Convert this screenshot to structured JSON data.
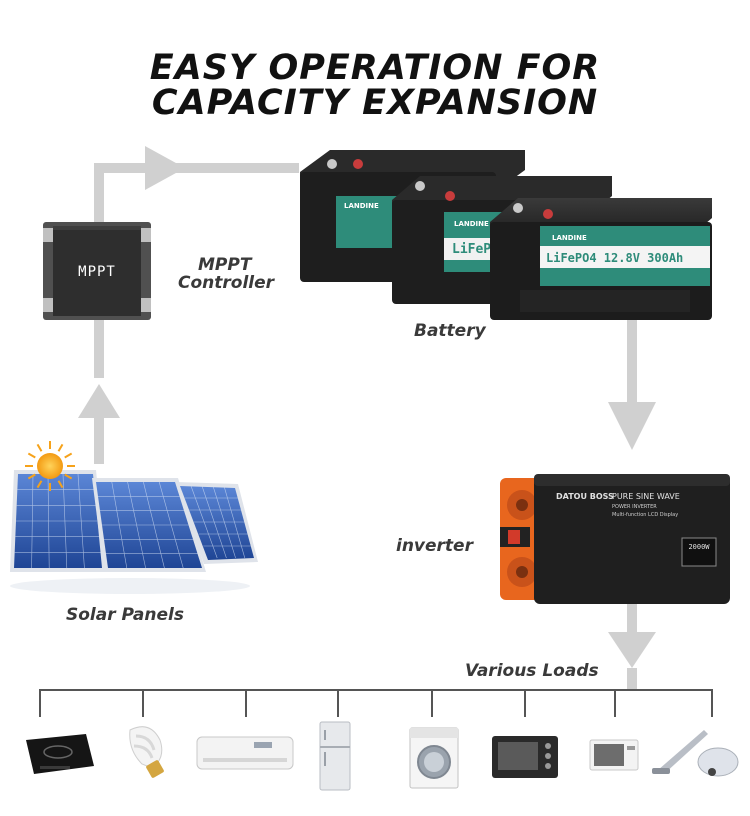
{
  "title": {
    "line1": "EASY OPERATION FOR",
    "line2": "CAPACITY EXPANSION"
  },
  "controller": {
    "device_text": "MPPT",
    "label_line1": "MPPT",
    "label_line2": "Controller"
  },
  "battery": {
    "label": "Battery",
    "brand": "LANDINE",
    "front_model": "LiFePO4 12.8V 300Ah",
    "back_model": "LiFeP",
    "count": 3
  },
  "inverter": {
    "label": "inverter",
    "brand": "DATOU BOSS",
    "headline": "PURE SINE WAVE",
    "subline1": "POWER INVERTER",
    "subline2": "Multi-function LCD Display",
    "power": "2000W"
  },
  "solar": {
    "label": "Solar Panels"
  },
  "loads": {
    "label": "Various Loads",
    "items": [
      "induction-cooktop",
      "light-bulb",
      "air-conditioner",
      "refrigerator",
      "washing-machine",
      "oven",
      "microwave",
      "vacuum-cleaner"
    ]
  },
  "colors": {
    "arrow": "#d0d0d0",
    "battery_body": "#1e1e1e",
    "battery_label": "#2e8c7a",
    "inverter_accent": "#e8661e",
    "panel_blue": "#2f5fb0",
    "sun": "#f6a21a",
    "wire": "#555555"
  }
}
